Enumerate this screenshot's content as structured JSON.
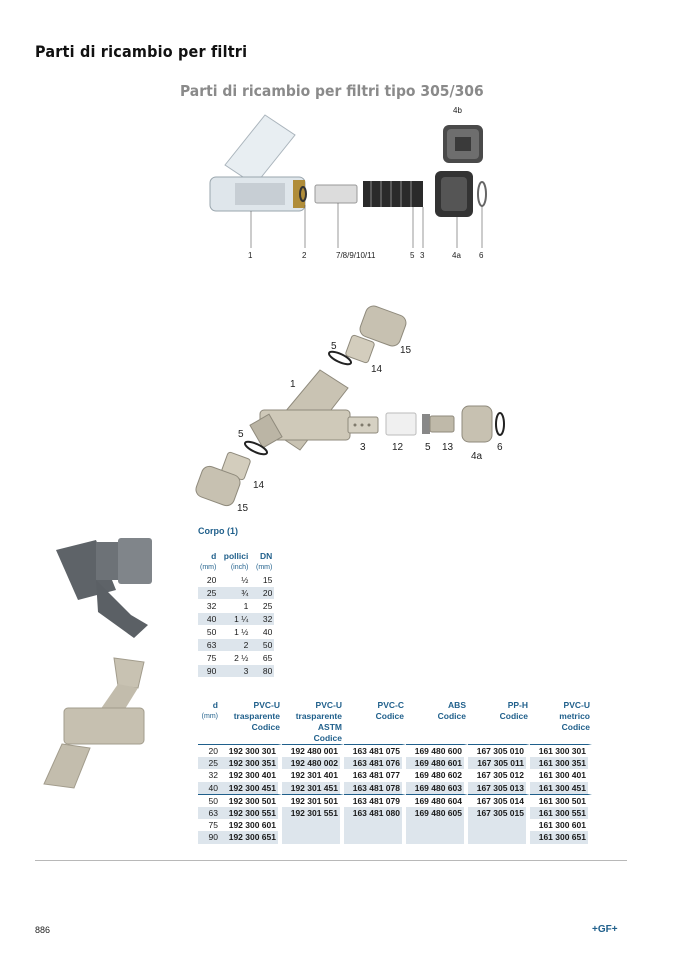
{
  "page": {
    "title": "Parti di ricambio per filtri",
    "page_number": "886",
    "logo": "+GF+"
  },
  "diagram1": {
    "title": "Parti di ricambio per filtri tipo 305/306",
    "callouts": [
      "4b",
      "1",
      "2",
      "7/8/9/10/11",
      "5",
      "3",
      "4a",
      "6"
    ]
  },
  "diagram2": {
    "callouts": [
      "5",
      "15",
      "14",
      "1",
      "5",
      "3",
      "12",
      "5",
      "13",
      "6",
      "4a",
      "14",
      "15"
    ]
  },
  "corpo": {
    "label": "Corpo (1)",
    "headers": [
      "d",
      "pollici",
      "DN"
    ],
    "units": [
      "(mm)",
      "(inch)",
      "(mm)"
    ],
    "rows": [
      [
        "20",
        "½",
        "15"
      ],
      [
        "25",
        "¾",
        "20"
      ],
      [
        "32",
        "1",
        "25"
      ],
      [
        "40",
        "1 ¼",
        "32"
      ],
      [
        "50",
        "1 ½",
        "40"
      ],
      [
        "63",
        "2",
        "50"
      ],
      [
        "75",
        "2 ½",
        "65"
      ],
      [
        "90",
        "3",
        "80"
      ]
    ]
  },
  "codes": {
    "headers": {
      "d": "d",
      "unit": "(mm)",
      "pvcu_tr": [
        "PVC-U",
        "trasparente",
        "Codice"
      ],
      "pvcu_astm": [
        "PVC-U",
        "trasparente",
        "ASTM",
        "Codice"
      ],
      "pvcc": [
        "PVC-C",
        "Codice"
      ],
      "abs": [
        "ABS",
        "Codice"
      ],
      "pph": [
        "PP-H",
        "Codice"
      ],
      "pvcu_m": [
        "PVC-U",
        "metrico",
        "Codice"
      ]
    },
    "rows": [
      [
        "20",
        "192 300 301",
        "192 480 001",
        "163 481 075",
        "169 480 600",
        "167 305 010",
        "161 300 301"
      ],
      [
        "25",
        "192 300 351",
        "192 480 002",
        "163 481 076",
        "169 480 601",
        "167 305 011",
        "161 300 351"
      ],
      [
        "32",
        "192 300 401",
        "192 301 401",
        "163 481 077",
        "169 480 602",
        "167 305 012",
        "161 300 401"
      ],
      [
        "40",
        "192 300 451",
        "192 301 451",
        "163 481 078",
        "169 480 603",
        "167 305 013",
        "161 300 451"
      ],
      [
        "50",
        "192 300 501",
        "192 301 501",
        "163 481 079",
        "169 480 604",
        "167 305 014",
        "161 300 501"
      ],
      [
        "63",
        "192 300 551",
        "192 301 551",
        "163 481 080",
        "169 480 605",
        "167 305 015",
        "161 300 551"
      ],
      [
        "75",
        "192 300 601",
        "",
        "",
        "",
        "",
        "161 300 601"
      ],
      [
        "90",
        "192 300 651",
        "",
        "",
        "",
        "",
        "161 300 651"
      ]
    ]
  }
}
